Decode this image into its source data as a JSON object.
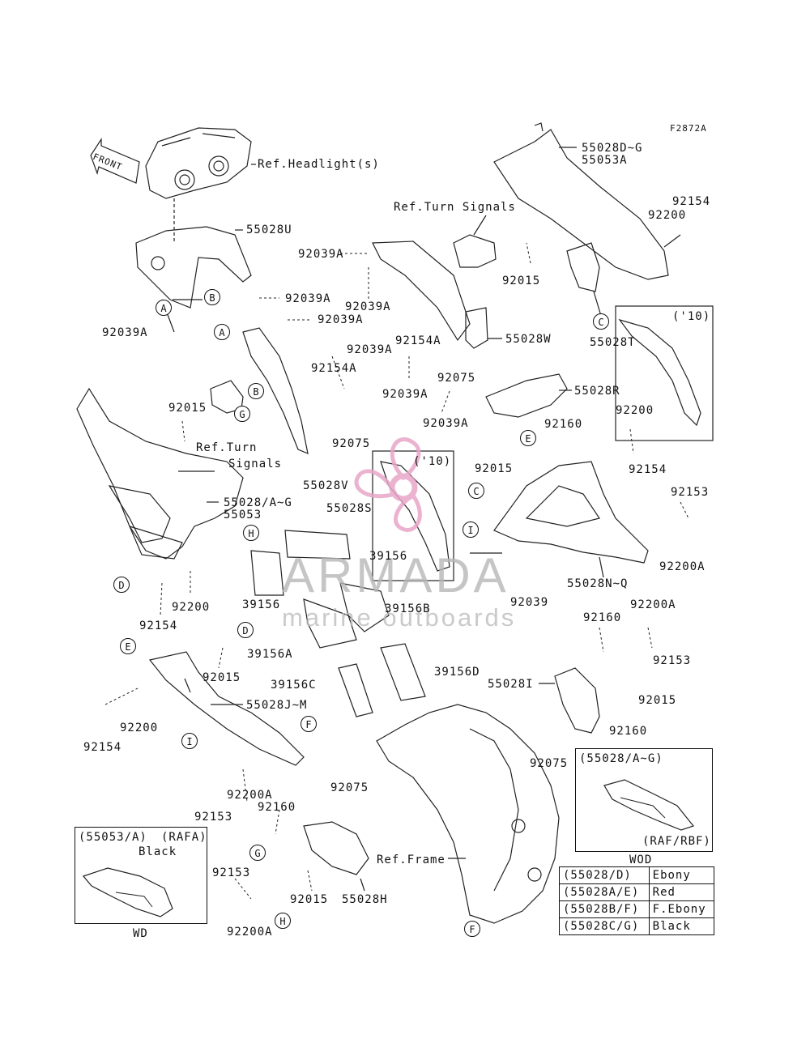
{
  "figure_code": "F2872A",
  "front_label": "FRONT",
  "callouts": [
    {
      "id": "headlight",
      "text": "Ref.Headlight(s)"
    },
    {
      "id": "p55028dg",
      "text": "55028D~G"
    },
    {
      "id": "p55053a",
      "text": "55053A"
    },
    {
      "id": "p92154_tr",
      "text": "92154"
    },
    {
      "id": "p92200_tr",
      "text": "92200"
    },
    {
      "id": "turn_sig_top",
      "text": "Ref.Turn Signals"
    },
    {
      "id": "p55028u",
      "text": "55028U"
    },
    {
      "id": "p92039a_1",
      "text": "92039A"
    },
    {
      "id": "p92039a_2",
      "text": "92039A"
    },
    {
      "id": "p92015_1",
      "text": "92015"
    },
    {
      "id": "p92039a_3",
      "text": "92039A"
    },
    {
      "id": "p92039a_4",
      "text": "92039A"
    },
    {
      "id": "p92039a_5",
      "text": "92039A"
    },
    {
      "id": "p92154a_1",
      "text": "92154A"
    },
    {
      "id": "p55028w",
      "text": "55028W"
    },
    {
      "id": "p92039a_6",
      "text": "92039A"
    },
    {
      "id": "p92154a_2",
      "text": "92154A"
    },
    {
      "id": "p92039a_7",
      "text": "92039A"
    },
    {
      "id": "p92075_1",
      "text": "92075"
    },
    {
      "id": "p55028r",
      "text": "55028R"
    },
    {
      "id": "p92039a_8",
      "text": "92039A"
    },
    {
      "id": "p92160_1",
      "text": "92160"
    },
    {
      "id": "p92015_2",
      "text": "92015"
    },
    {
      "id": "turn_sig_left_1",
      "text": "Ref.Turn"
    },
    {
      "id": "turn_sig_left_2",
      "text": "Signals"
    },
    {
      "id": "p92075_2",
      "text": "92075"
    },
    {
      "id": "p55028v",
      "text": "55028V"
    },
    {
      "id": "p92200_r",
      "text": "92200"
    },
    {
      "id": "p92154_r",
      "text": "92154"
    },
    {
      "id": "p55028ag",
      "text": "55028/A~G"
    },
    {
      "id": "p55053",
      "text": "55053"
    },
    {
      "id": "p92015_3",
      "text": "92015"
    },
    {
      "id": "p92153_r",
      "text": "92153"
    },
    {
      "id": "p55028s",
      "text": "55028S"
    },
    {
      "id": "p92200a_r",
      "text": "92200A"
    },
    {
      "id": "p39156_1",
      "text": "39156"
    },
    {
      "id": "p92200_l",
      "text": "92200"
    },
    {
      "id": "p92154_l",
      "text": "92154"
    },
    {
      "id": "p39156_2",
      "text": "39156"
    },
    {
      "id": "p39156b",
      "text": "39156B"
    },
    {
      "id": "p55028nq",
      "text": "55028N~Q"
    },
    {
      "id": "p92039",
      "text": "92039"
    },
    {
      "id": "p92200a_r2",
      "text": "92200A"
    },
    {
      "id": "p92160_2",
      "text": "92160"
    },
    {
      "id": "p39156a",
      "text": "39156A"
    },
    {
      "id": "p92015_4",
      "text": "92015"
    },
    {
      "id": "p92153_r2",
      "text": "92153"
    },
    {
      "id": "p39156c",
      "text": "39156C"
    },
    {
      "id": "p39156d",
      "text": "39156D"
    },
    {
      "id": "p55028i",
      "text": "55028I"
    },
    {
      "id": "p55028jm",
      "text": "55028J~M"
    },
    {
      "id": "p92015_5",
      "text": "92015"
    },
    {
      "id": "p92200_l2",
      "text": "92200"
    },
    {
      "id": "p92160_3",
      "text": "92160"
    },
    {
      "id": "p92154_l2",
      "text": "92154"
    },
    {
      "id": "p92075_3",
      "text": "92075"
    },
    {
      "id": "p92200a_l",
      "text": "92200A"
    },
    {
      "id": "p92153_l",
      "text": "92153"
    },
    {
      "id": "p92075_4",
      "text": "92075"
    },
    {
      "id": "p92160_4",
      "text": "92160"
    },
    {
      "id": "ref_frame",
      "text": "Ref.Frame"
    },
    {
      "id": "p92153_l2",
      "text": "92153"
    },
    {
      "id": "p92015_6",
      "text": "92015"
    },
    {
      "id": "p55028h",
      "text": "55028H"
    },
    {
      "id": "p92200a_l2",
      "text": "92200A"
    }
  ],
  "circle_markers": [
    {
      "id": "m1",
      "letter": "A"
    },
    {
      "id": "m2",
      "letter": "B"
    },
    {
      "id": "m3",
      "letter": "A"
    },
    {
      "id": "m4",
      "letter": "B"
    },
    {
      "id": "m5",
      "letter": "C"
    },
    {
      "id": "m6",
      "letter": "G"
    },
    {
      "id": "m7",
      "letter": "E"
    },
    {
      "id": "m8",
      "letter": "H"
    },
    {
      "id": "m9",
      "letter": "C"
    },
    {
      "id": "m10",
      "letter": "D"
    },
    {
      "id": "m11",
      "letter": "I"
    },
    {
      "id": "m12",
      "letter": "D"
    },
    {
      "id": "m13",
      "letter": "E"
    },
    {
      "id": "m14",
      "letter": "I"
    },
    {
      "id": "m15",
      "letter": "F"
    },
    {
      "id": "m16",
      "letter": "G"
    },
    {
      "id": "m17",
      "letter": "H"
    },
    {
      "id": "m18",
      "letter": "F"
    }
  ],
  "year_note_1": "('10)",
  "year_note_1_part": "55028T",
  "year_note_2": "('10)",
  "inset_wod": {
    "title": "(55028/A~G)",
    "model": "(RAF/RBF)",
    "caption": "WOD"
  },
  "inset_wd": {
    "title": "(55053/A)",
    "model": "(RAFA)",
    "color": "Black",
    "caption": "WD"
  },
  "color_table": [
    {
      "code": "(55028/D)",
      "color": "Ebony"
    },
    {
      "code": "(55028A/E)",
      "color": "Red"
    },
    {
      "code": "(55028B/F)",
      "color": "F.Ebony"
    },
    {
      "code": "(55028C/G)",
      "color": "Black"
    }
  ],
  "watermark": {
    "title": "ARMADA",
    "subtitle": "marine outboards",
    "logo_color": "#e8a6c7"
  }
}
